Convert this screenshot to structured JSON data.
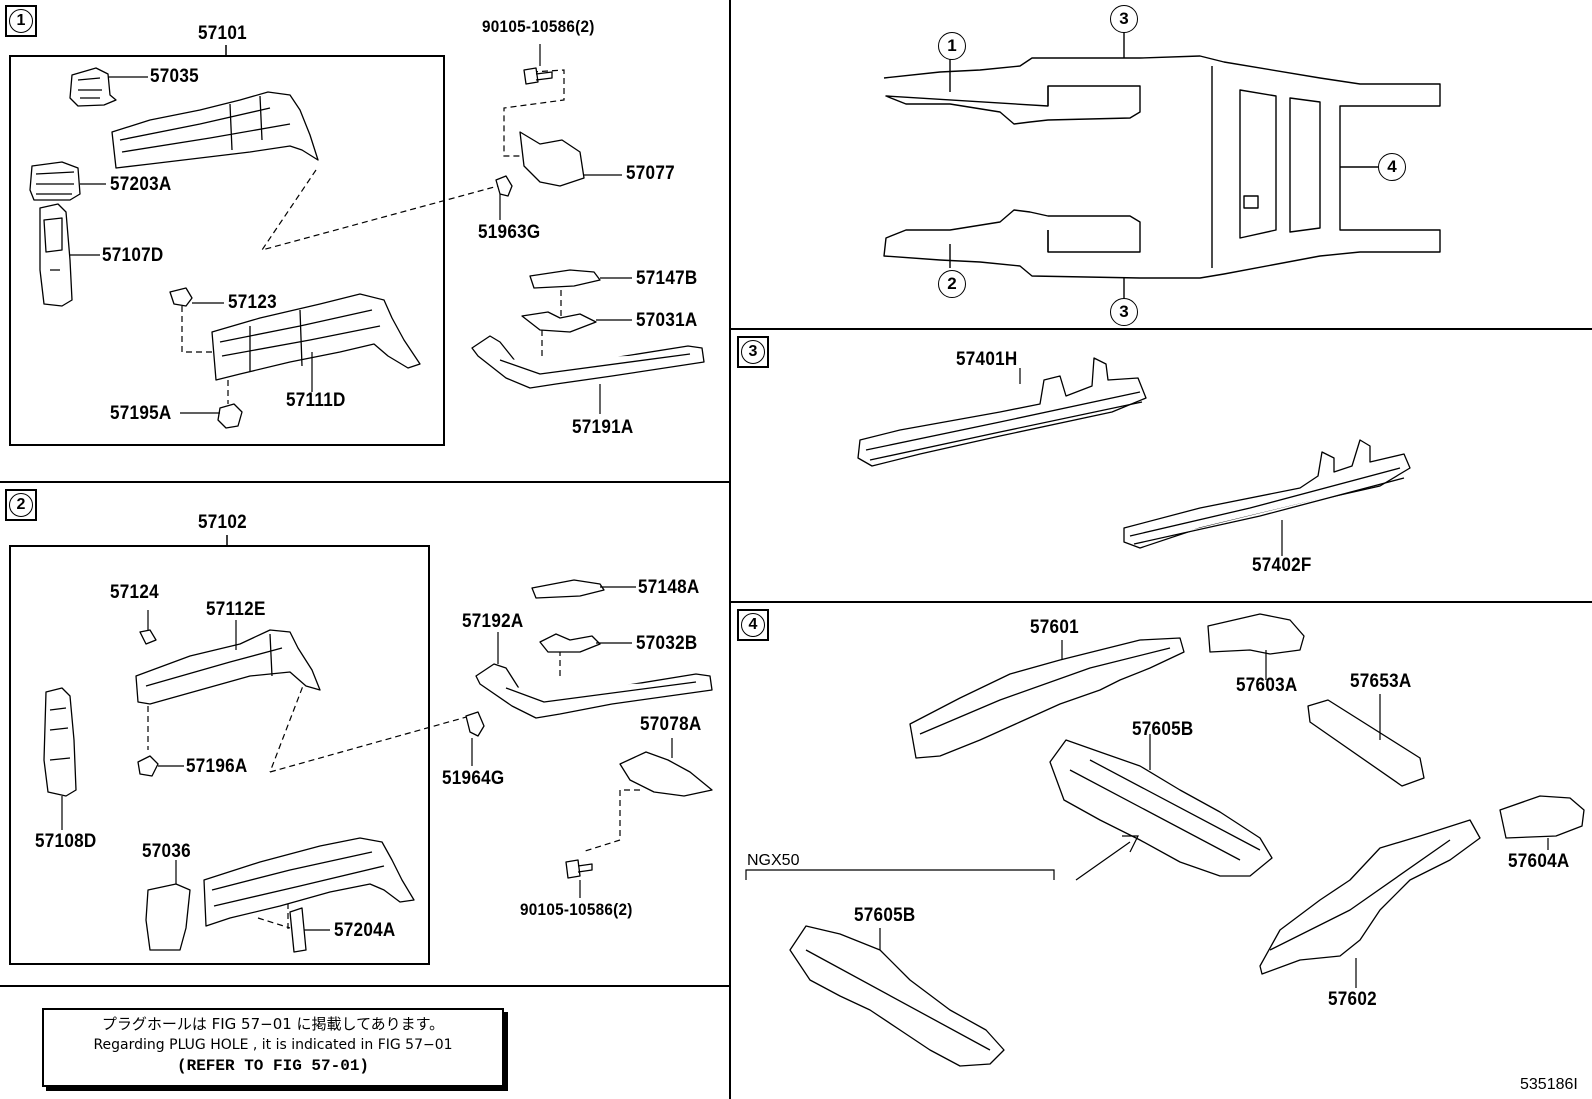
{
  "sections": {
    "s1": "1",
    "s2": "2",
    "s3": "3",
    "s4": "4"
  },
  "parts": {
    "p57101": "57101",
    "p57035": "57035",
    "p57203A": "57203A",
    "p57107D": "57107D",
    "p57123": "57123",
    "p57195A": "57195A",
    "p57111D": "57111D",
    "p90105a": "90105-10586(2)",
    "p57077": "57077",
    "p51963G": "51963G",
    "p57147B": "57147B",
    "p57031A": "57031A",
    "p57191A": "57191A",
    "p57102": "57102",
    "p57124": "57124",
    "p57112E": "57112E",
    "p57196A": "57196A",
    "p57108D": "57108D",
    "p57036": "57036",
    "p57204A": "57204A",
    "p57148A": "57148A",
    "p57192A": "57192A",
    "p57032B": "57032B",
    "p51964G": "51964G",
    "p57078A": "57078A",
    "p90105b": "90105-10586(2)",
    "p57401H": "57401H",
    "p57402F": "57402F",
    "p57601": "57601",
    "p57603A": "57603A",
    "p57653A": "57653A",
    "p57605B": "57605B",
    "p57604A": "57604A",
    "p57602": "57602",
    "p57605B2": "57605B"
  },
  "overview": {
    "c1": "1",
    "c2": "2",
    "c3a": "3",
    "c3b": "3",
    "c4": "4"
  },
  "variant_label": "NGX50",
  "note": {
    "jp": "プラグホールは FIG 57−01 に掲載してあります。",
    "en": "Regarding PLUG HOLE , it is indicated in FIG 57−01",
    "ref": "(REFER TO FIG 57-01)"
  },
  "illustration_code": "535186I"
}
